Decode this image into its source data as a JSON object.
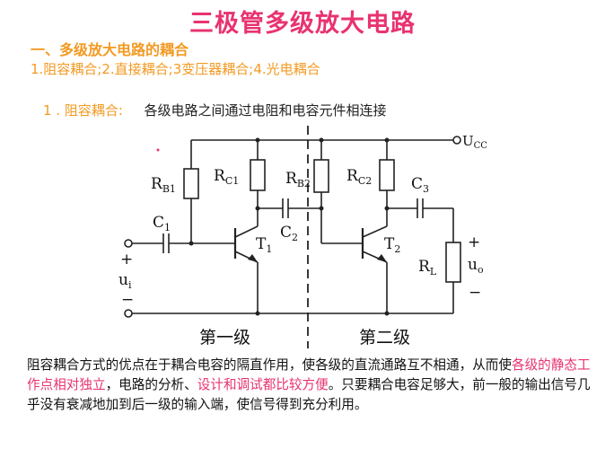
{
  "title": "三极管多级放大电路",
  "section_heading": "一、多级放大电路的耦合",
  "coupling_types": "1.阻容耦合;2.直接耦合;3变压器耦合;4.光电耦合",
  "subsection": {
    "number": "1 . 阻容耦合:",
    "text": "各级电路之间通过电阻和电容元件相连接"
  },
  "circuit": {
    "labels": {
      "ucc": "U",
      "ucc_sub": "CC",
      "rb1": "R",
      "rb1_sub": "B1",
      "rc1": "R",
      "rc1_sub": "C1",
      "c1": "C",
      "c1_sub": "1",
      "t1": "T",
      "t1_sub": "1",
      "c2": "C",
      "c2_sub": "2",
      "rb2": "R",
      "rb2_sub": "B2",
      "rc2": "R",
      "rc2_sub": "C2",
      "c3": "C",
      "c3_sub": "3",
      "t2": "T",
      "t2_sub": "2",
      "rl": "R",
      "rl_sub": "L",
      "ui": "u",
      "ui_sub": "i",
      "uo": "u",
      "uo_sub": "o",
      "plus_in": "+",
      "minus_in": "−",
      "plus_out": "+",
      "minus_out": "−",
      "stage1": "第一级",
      "stage2": "第二级"
    }
  },
  "paragraph": {
    "part1": "阻容耦合方式的优点在于耦合电容的隔直作用，使各级的直流通路互不相通，从而使",
    "hl1": "各级的静态工作点相对独立",
    "part2": "，电路的分析、",
    "hl2": "设计和调试都比较方便",
    "part3": "。只要耦合电容足够大，前一般的输出信号几乎没有衰减地加到后一级的输入端，使信号得到充分利用。"
  }
}
